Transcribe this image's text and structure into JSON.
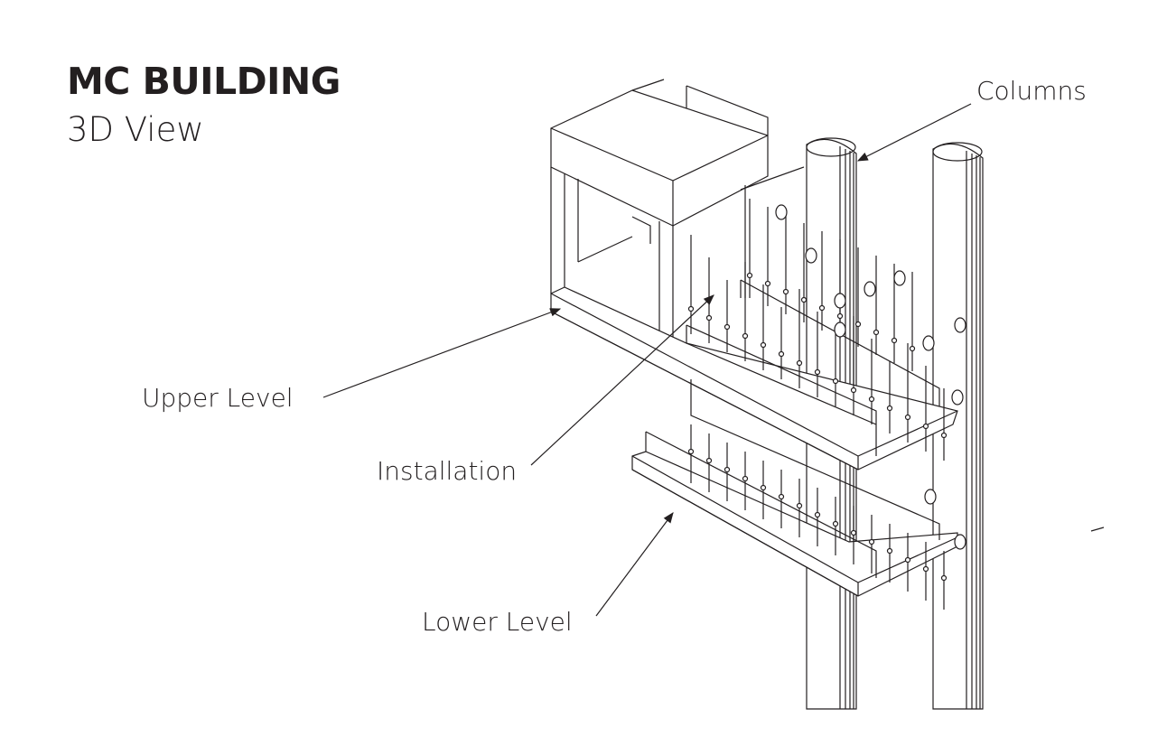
{
  "header": {
    "title": "MC BUILDING",
    "subtitle": "3D View"
  },
  "labels": {
    "columns": "Columns",
    "upper_level": "Upper Level",
    "installation": "Installation",
    "lower_level": "Lower Level"
  },
  "colors": {
    "line": "#231f20",
    "background": "#ffffff"
  }
}
